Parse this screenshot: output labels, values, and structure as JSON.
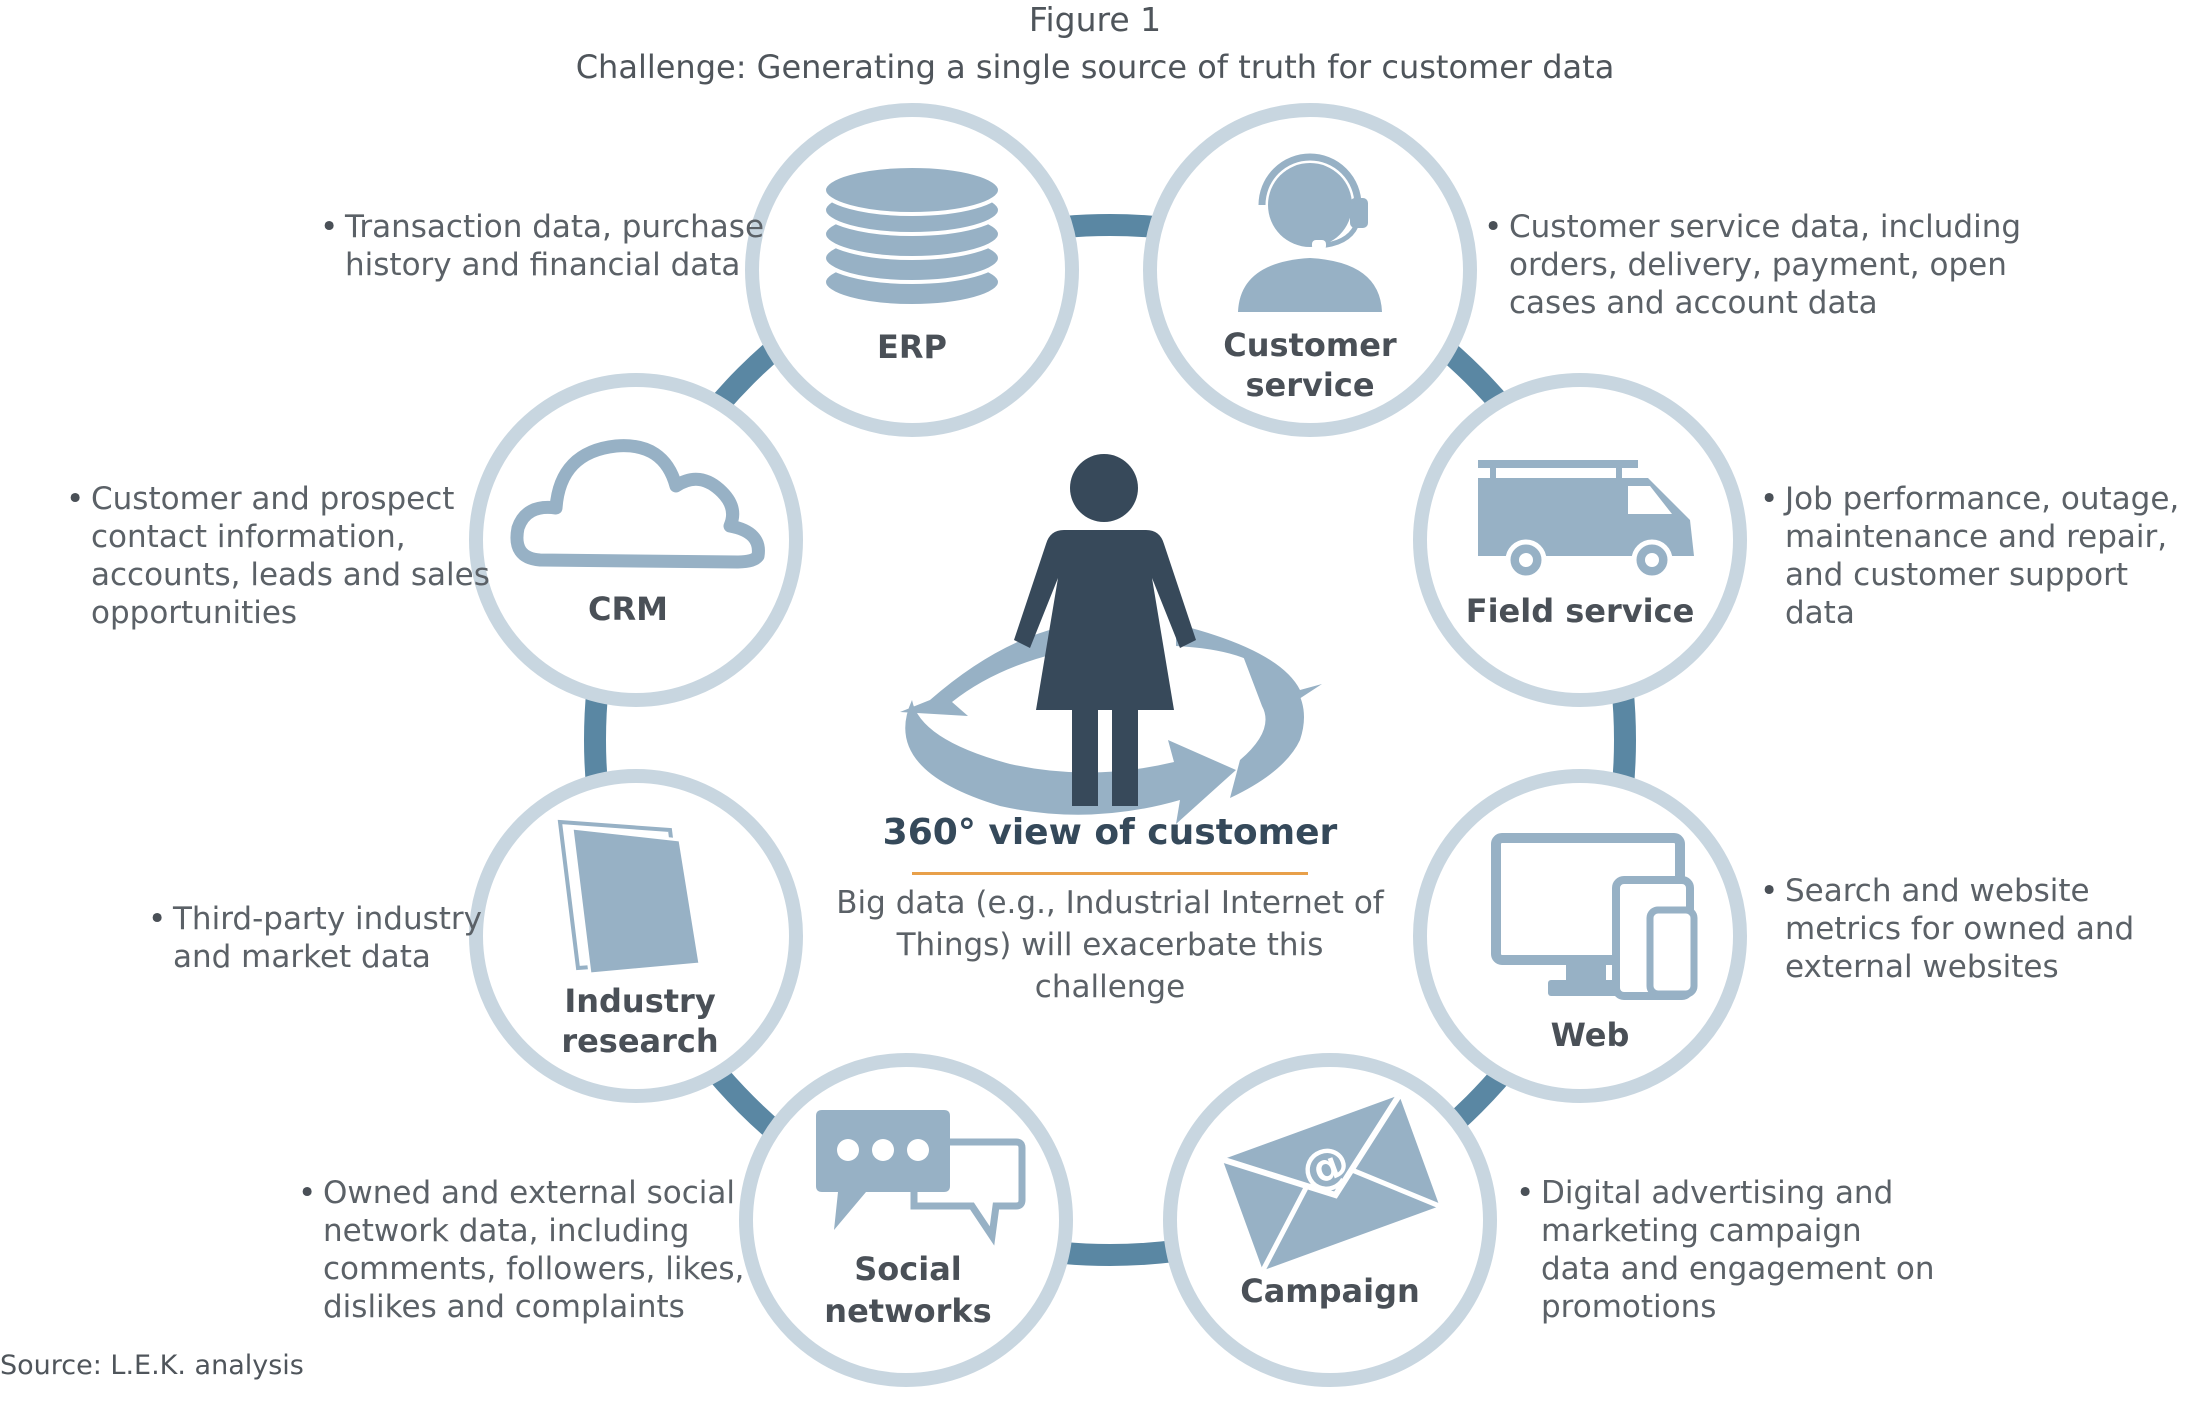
{
  "figure_label": "Figure 1",
  "title": "Challenge: Generating a single source of truth for customer data",
  "center": {
    "title": "360° view of customer",
    "subtitle_line1": "Big data (e.g., Industrial Internet of",
    "subtitle_line2": "Things) will exacerbate this challenge",
    "icon": "person-cycle-icon"
  },
  "nodes": {
    "erp": {
      "label": "ERP",
      "icon": "database-icon",
      "desc": [
        "Transaction data, purchase",
        "history and financial data"
      ]
    },
    "customer_service": {
      "label_line1": "Customer",
      "label_line2": "service",
      "icon": "headset-agent-icon",
      "desc": [
        "Customer service data, including",
        "orders, delivery, payment, open",
        "cases and account data"
      ]
    },
    "field_service": {
      "label": "Field service",
      "icon": "van-icon",
      "desc": [
        "Job performance, outage,",
        "maintenance and repair,",
        "and customer support data"
      ]
    },
    "web": {
      "label": "Web",
      "icon": "devices-icon",
      "desc": [
        "Search and website",
        "metrics for owned and",
        "external websites"
      ]
    },
    "campaign": {
      "label": "Campaign",
      "icon": "email-icon",
      "desc": [
        "Digital advertising and",
        "marketing campaign",
        "data and engagement on",
        "promotions"
      ]
    },
    "social_networks": {
      "label_line1": "Social",
      "label_line2": "networks",
      "icon": "chat-bubbles-icon",
      "desc": [
        "Owned and external social",
        "network data, including",
        "comments, followers, likes,",
        "dislikes and complaints"
      ]
    },
    "industry_research": {
      "label_line1": "Industry",
      "label_line2": "research",
      "icon": "report-icon",
      "desc": [
        "Third-party industry",
        "and market data"
      ]
    },
    "crm": {
      "label": "CRM",
      "icon": "cloud-icon",
      "desc": [
        "Customer and prospect",
        "contact information,",
        "accounts, leads and sales",
        "opportunities"
      ]
    }
  },
  "colors": {
    "ring": "#5a87a3",
    "circle_border": "#c8d6e0",
    "icon": "#97b1c5",
    "person": "#37495a",
    "accent": "#e8a04a"
  },
  "source": "Source: L.E.K. analysis"
}
